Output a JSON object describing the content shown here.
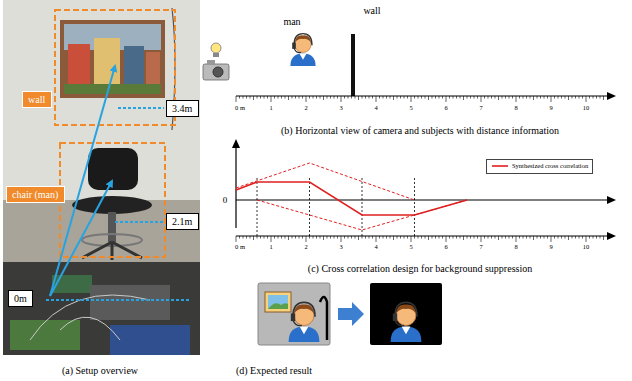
{
  "diagram": {
    "nodes": [
      {
        "text": [
          "wall"
        ]
      },
      {
        "text": [
          "3.4m"
        ]
      },
      {
        "text": [
          "chair (man)"
        ]
      },
      {
        "text": [
          "2.1m"
        ]
      },
      {
        "text": [
          "0m"
        ]
      }
    ],
    "labels": [
      "man",
      "wall",
      "0 m",
      "1",
      "2",
      "3",
      "4",
      "5",
      "6",
      "7",
      "8",
      "9",
      "10",
      "(b) Horizontal view of camera and subjects with distance information",
      "0",
      "0 m",
      "1",
      "2",
      "3",
      "4",
      "5",
      "6",
      "7",
      "8",
      "9",
      "10",
      "(c) Cross correlation design for background suppression",
      "(a) Setup overview",
      "(d) Expected result"
    ],
    "legend": [
      {
        "text": "Synthesized cross correlation"
      }
    ]
  }
}
